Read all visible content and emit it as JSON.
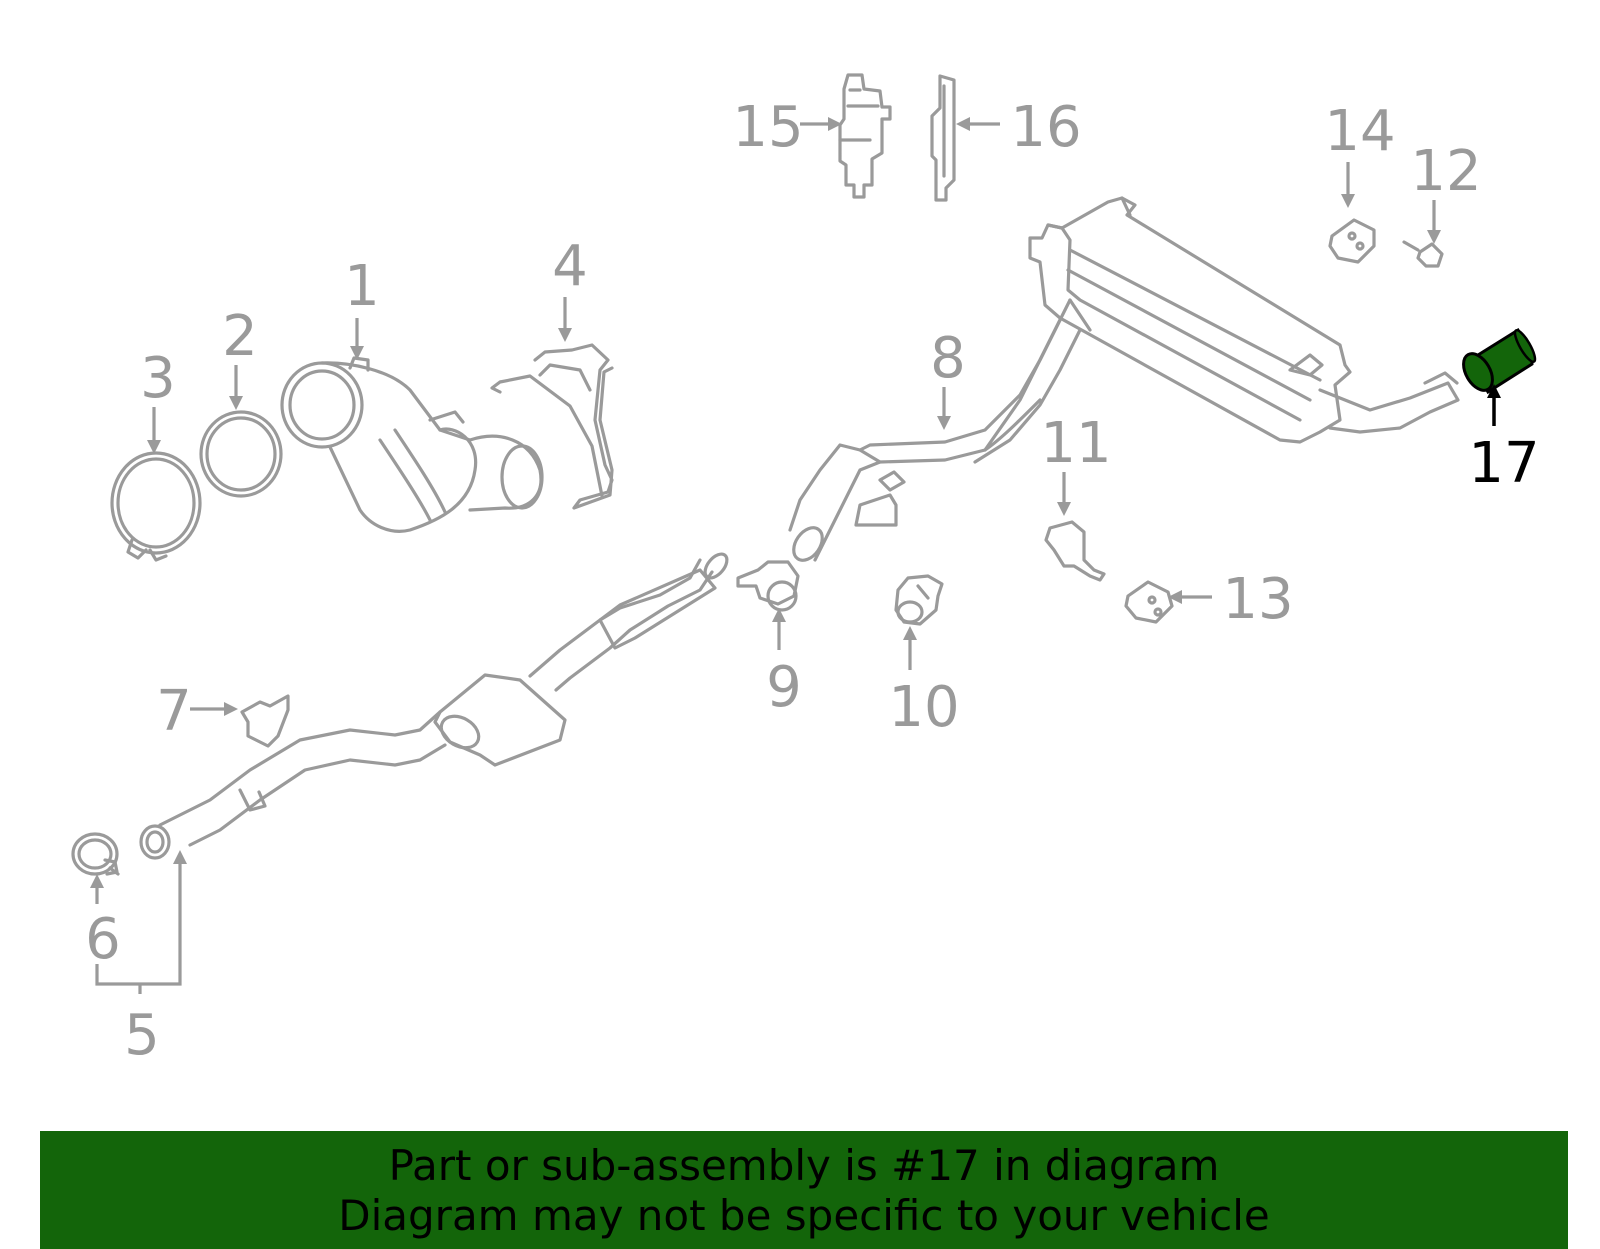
{
  "diagram": {
    "callouts": [
      {
        "id": "1",
        "label": "1"
      },
      {
        "id": "2",
        "label": "2"
      },
      {
        "id": "3",
        "label": "3"
      },
      {
        "id": "4",
        "label": "4"
      },
      {
        "id": "5",
        "label": "5"
      },
      {
        "id": "6",
        "label": "6"
      },
      {
        "id": "7",
        "label": "7"
      },
      {
        "id": "8",
        "label": "8"
      },
      {
        "id": "9",
        "label": "9"
      },
      {
        "id": "10",
        "label": "10"
      },
      {
        "id": "11",
        "label": "11"
      },
      {
        "id": "12",
        "label": "12"
      },
      {
        "id": "13",
        "label": "13"
      },
      {
        "id": "14",
        "label": "14"
      },
      {
        "id": "15",
        "label": "15"
      },
      {
        "id": "16",
        "label": "16"
      },
      {
        "id": "17",
        "label": "17"
      }
    ],
    "highlighted_part": "17",
    "colors": {
      "line": "#9a9a9a",
      "highlight_fill": "#13650a",
      "highlight_text": "#000000",
      "banner_background": "#13650a"
    }
  },
  "banner": {
    "line1": "Part or sub-assembly is #17 in diagram",
    "line2": "Diagram may not be specific to your vehicle"
  }
}
